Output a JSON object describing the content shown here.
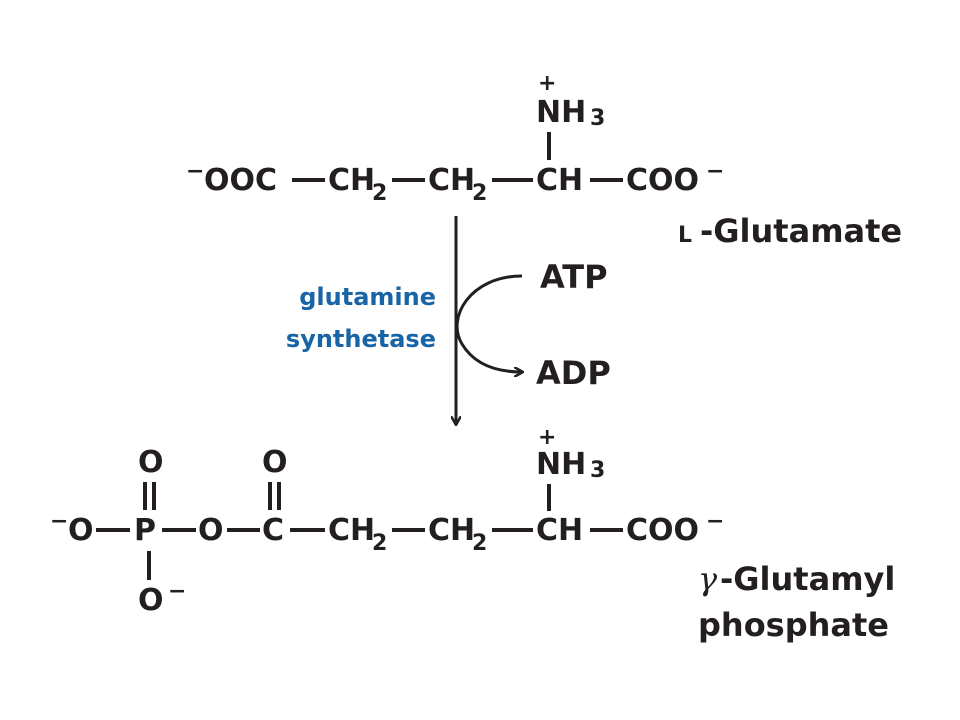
{
  "glutamate": {
    "charge_left": "−",
    "ooc": "OOC",
    "ch2_a": "CH",
    "ch2_a_sub": "2",
    "ch2_b": "CH",
    "ch2_b_sub": "2",
    "ch": "CH",
    "coo": "COO",
    "charge_right": "−",
    "plus": "+",
    "nh": "NH",
    "nh_sub": "3",
    "name_prefix": "L",
    "name": "-Glutamate"
  },
  "reaction": {
    "enzyme_line1": "glutamine",
    "enzyme_line2": "synthetase",
    "reactant_in": "ATP",
    "product_out": "ADP"
  },
  "product": {
    "charge_left": "−",
    "o_left": "O",
    "p": "P",
    "o_bridge": "O",
    "c": "C",
    "o_top_p": "O",
    "o_top_c": "O",
    "o_bottom": "O",
    "o_bottom_charge": "−",
    "ch2_a": "CH",
    "ch2_a_sub": "2",
    "ch2_b": "CH",
    "ch2_b_sub": "2",
    "ch": "CH",
    "coo": "COO",
    "charge_right": "−",
    "plus": "+",
    "nh": "NH",
    "nh_sub": "3",
    "name_greek": "γ",
    "name_line1": "-Glutamyl",
    "name_line2": "phosphate"
  }
}
